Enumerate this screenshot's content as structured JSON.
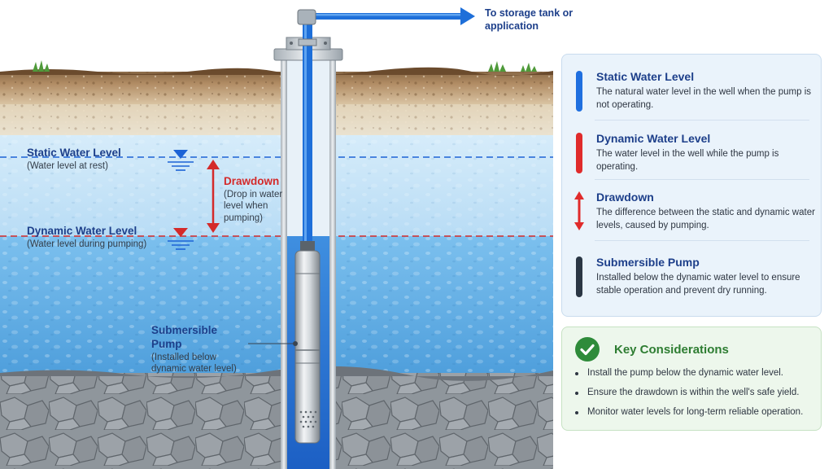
{
  "diagram": {
    "destination": "To storage tank or application",
    "labels": {
      "static": {
        "title": "Static Water Level",
        "sub": "(Water level at rest)"
      },
      "dynamic": {
        "title": "Dynamic Water Level",
        "sub": "(Water level during pumping)"
      },
      "drawdown": {
        "title": "Drawdown",
        "sub": "(Drop in water level when pumping)"
      },
      "pump": {
        "title": "Submersible Pump",
        "sub": "(Installed below dynamic water level)"
      }
    },
    "colors": {
      "static_line": "#1c63d6",
      "dynamic_line": "#d42a2a",
      "water": "#5fb0e8",
      "rock": "#8f969c",
      "pipe": "#1e6fd9"
    }
  },
  "legend": {
    "items": [
      {
        "title": "Static Water Level",
        "desc": "The natural water level in the well when the pump is not operating.",
        "color": "#1f6fdf"
      },
      {
        "title": "Dynamic Water Level",
        "desc": "The water level in the well while the pump is operating.",
        "color": "#e02b2b"
      },
      {
        "title": "Drawdown",
        "desc": "The difference between the static and dynamic water levels, caused by pumping.",
        "color": "#e02b2b"
      },
      {
        "title": "Submersible Pump",
        "desc": "Installed below the dynamic water level to ensure stable operation and prevent dry running.",
        "color": "#2a3644"
      }
    ]
  },
  "key_considerations": {
    "title": "Key Considerations",
    "items": [
      "Install the pump below the dynamic water level.",
      "Ensure the drawdown is within the well's safe yield.",
      "Monitor water levels for long-term reliable operation."
    ]
  }
}
